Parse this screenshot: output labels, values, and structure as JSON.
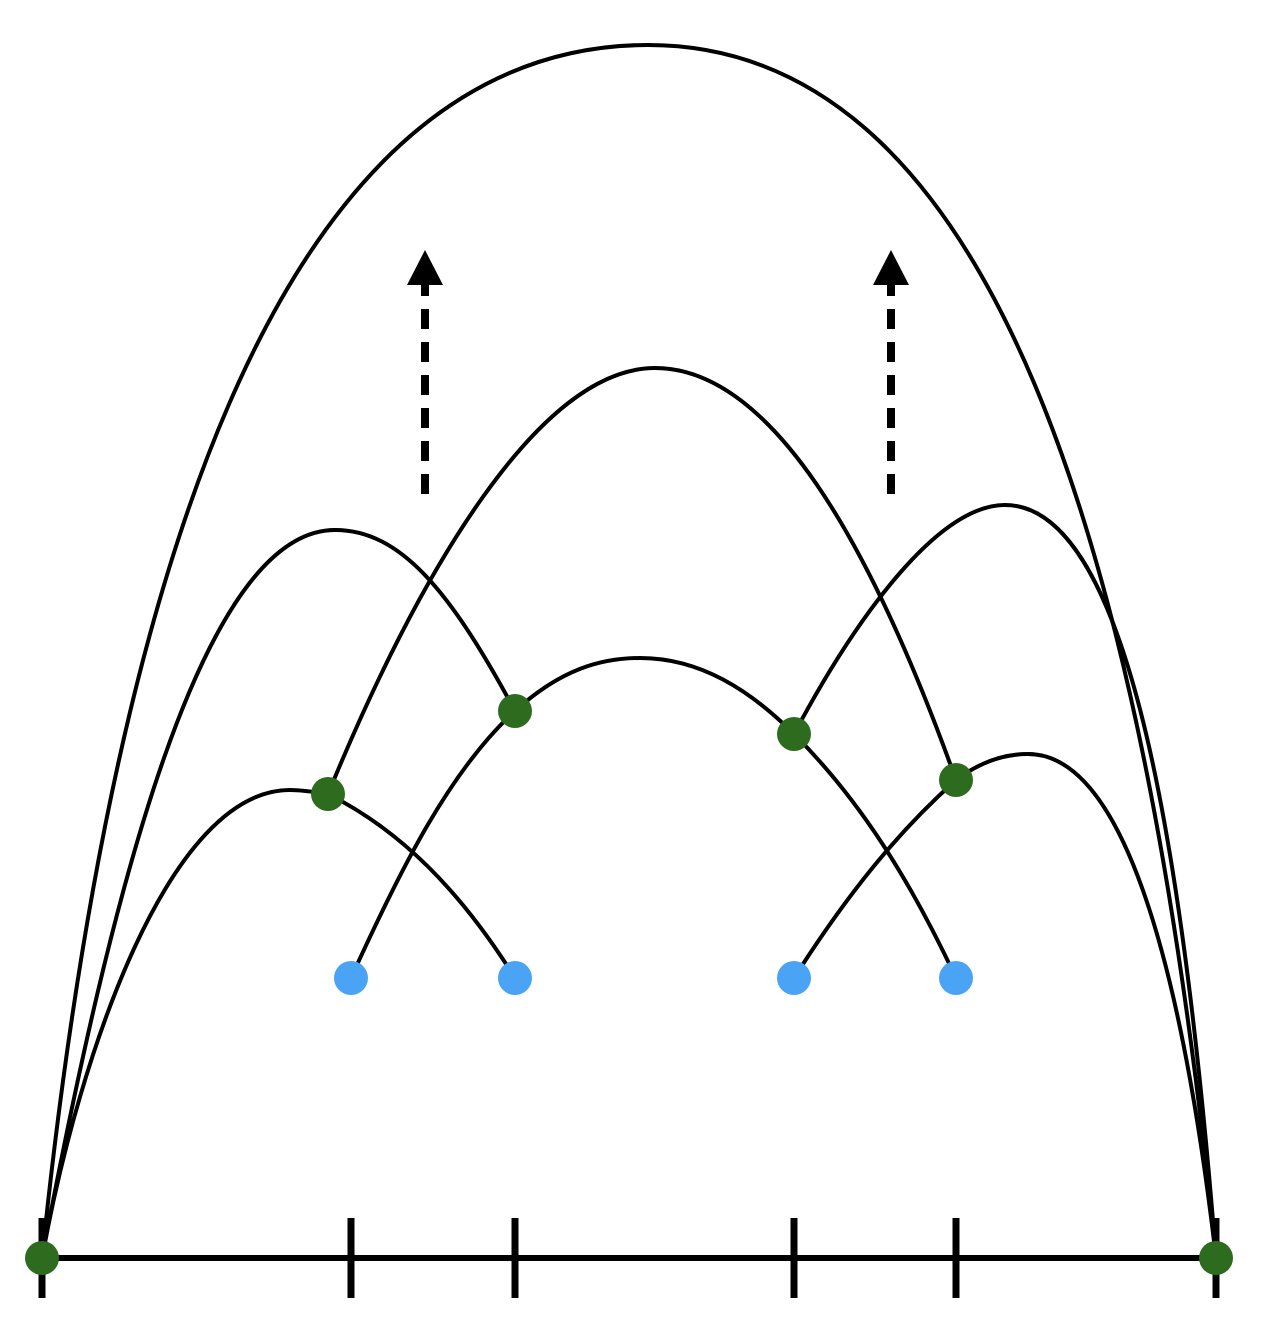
{
  "colors": {
    "background": "#ffffff",
    "line": "#000000",
    "green_node": "#2d6b1f",
    "blue_node": "#4aa3f5"
  },
  "legend": [],
  "diagram": {
    "nodes": [
      {
        "id": "base-left",
        "kind": "green"
      },
      {
        "id": "base-right",
        "kind": "green"
      },
      {
        "id": "green-1",
        "kind": "green"
      },
      {
        "id": "green-2",
        "kind": "green"
      },
      {
        "id": "green-3",
        "kind": "green"
      },
      {
        "id": "green-4",
        "kind": "green"
      },
      {
        "id": "blue-1",
        "kind": "blue"
      },
      {
        "id": "blue-2",
        "kind": "blue"
      },
      {
        "id": "blue-3",
        "kind": "blue"
      },
      {
        "id": "blue-4",
        "kind": "blue"
      }
    ],
    "edges": [
      {
        "from": "base-left",
        "to": "base-right"
      },
      {
        "from": "base-left",
        "to": "green-2"
      },
      {
        "from": "green-1",
        "to": "green-4"
      },
      {
        "from": "green-3",
        "to": "base-right"
      },
      {
        "from": "base-left",
        "to": "green-1"
      },
      {
        "from": "green-1",
        "to": "blue-2"
      },
      {
        "from": "blue-1",
        "to": "green-2"
      },
      {
        "from": "green-2",
        "to": "green-3"
      },
      {
        "from": "green-3",
        "to": "blue-4"
      },
      {
        "from": "blue-3",
        "to": "green-4"
      },
      {
        "from": "green-4",
        "to": "base-right"
      }
    ],
    "ticks": 6,
    "arrows": 2,
    "arrow_style": "dashed-up"
  }
}
